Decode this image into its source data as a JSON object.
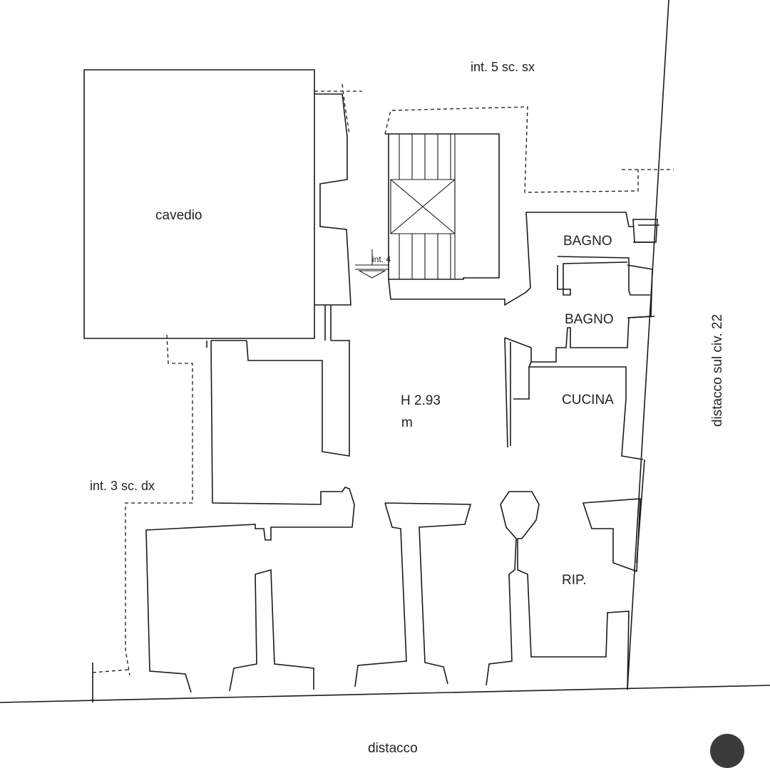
{
  "labels": {
    "cavedio": "cavedio",
    "int5": "int. 5 sc. sx",
    "int4": "int. 4",
    "bagno1": "BAGNO",
    "bagno2": "BAGNO",
    "height_value": "H 2.93",
    "height_unit": "m",
    "cucina": "CUCINA",
    "int3": "int. 3 sc. dx",
    "rip": "RIP.",
    "distacco_side": "distacco sul civ. 22",
    "distacco_bottom": "distacco"
  }
}
